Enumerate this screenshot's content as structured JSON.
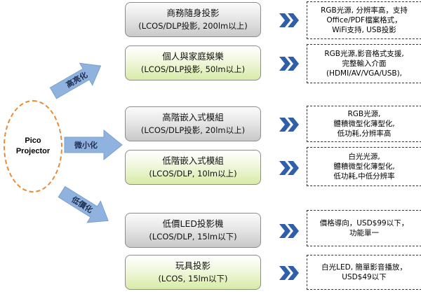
{
  "hub": {
    "label": "Pico\nProjector"
  },
  "branches": [
    {
      "label": "高亮化"
    },
    {
      "label": "微小化"
    },
    {
      "label": "低價化"
    }
  ],
  "items": [
    {
      "title": "商務隨身投影",
      "spec": "(LCOS/DLP投影, 200lm以上)",
      "note": "RGB光源, 分辨率高，支持\nOffice/PDF檔案格式，\nWiFi支持, USB投影"
    },
    {
      "title": "個人與家庭娛樂",
      "spec": "(LCOS/DLP投影, 50lm以上)",
      "note": "RGB光源,影音格式支援,\n完整輸入介面\n(HDMI/AV/VGA/USB),"
    },
    {
      "title": "高階嵌入式模組",
      "spec": "(LCOS/DLP投影, 20lm以上)",
      "note": "RGB光源,\n體積微型化薄型化,\n低功耗,分辨率高"
    },
    {
      "title": "低階嵌入式模組",
      "spec": "(LCOS/DLP, 10lm以上)",
      "note": "白光光源,\n體積微型化薄型化,\n低功耗,中低分辨率"
    },
    {
      "title": "低價LED投影機",
      "spec": "(LCOS/DLP, 15lm以下)",
      "note": "價格導向，USD$99以下，\n功能單一"
    },
    {
      "title": "玩具投影",
      "spec": "(LCOS, 15lm以下)",
      "note": "白光LED, 簡單影音播放，\nUSD$49以下"
    }
  ],
  "colors": {
    "hub_border": "#e88a34",
    "arrow_fill": "#8fb3de",
    "chevron_fill": "#2f5fa8",
    "gray_box": "#d4d4d4",
    "green_box": "#e3f0c2"
  }
}
